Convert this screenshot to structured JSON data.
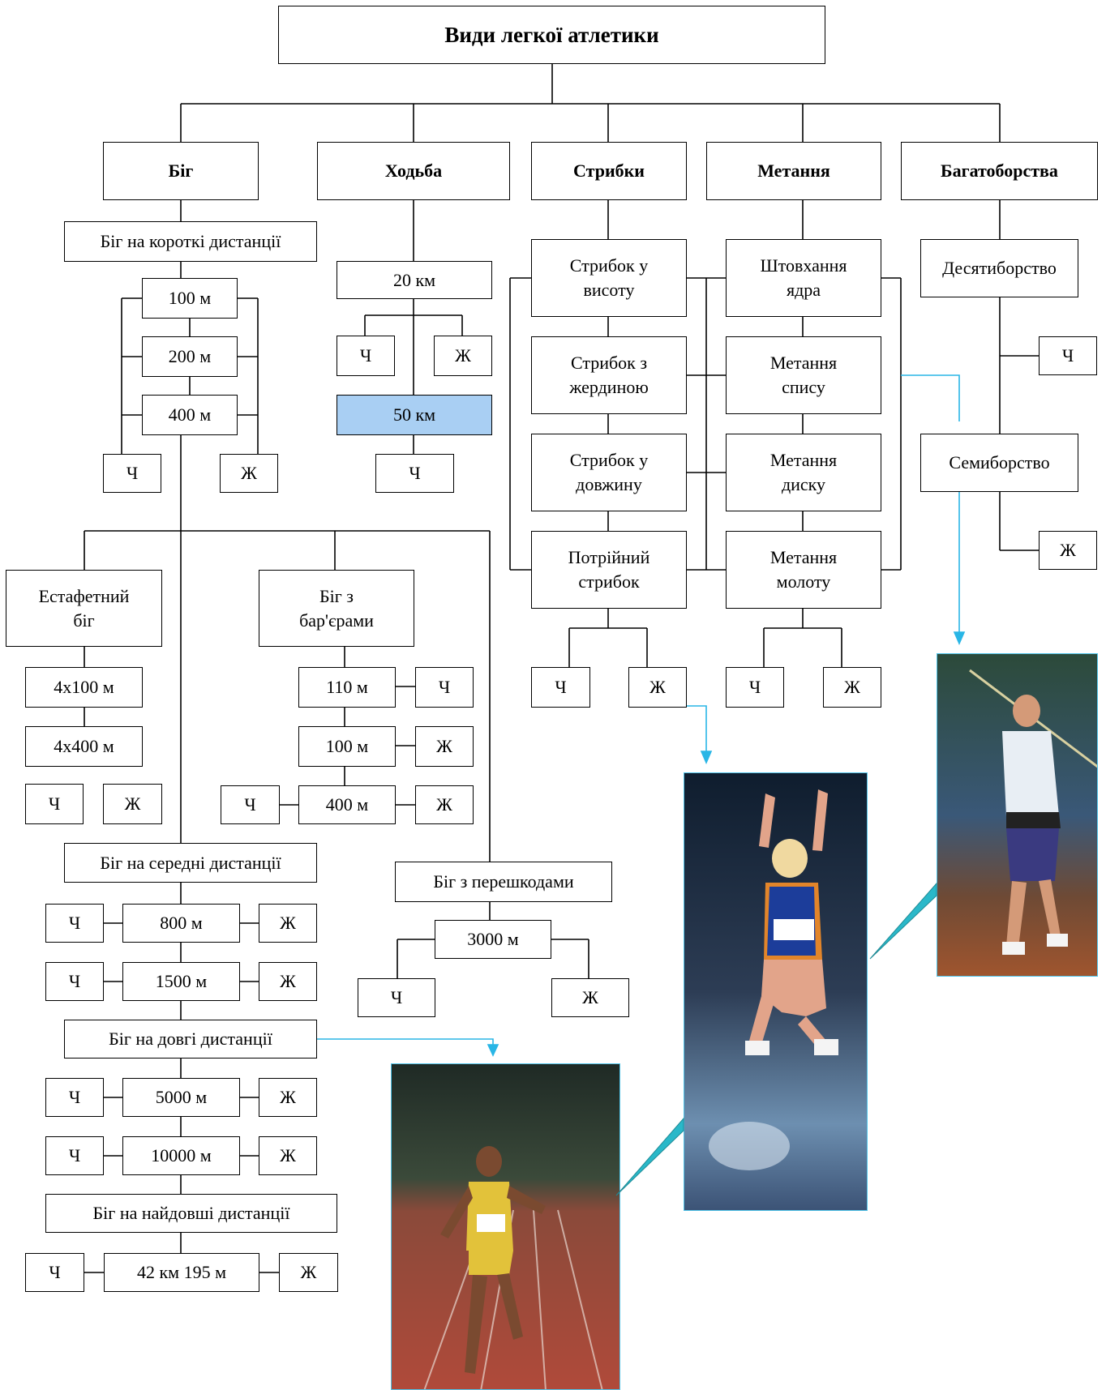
{
  "title": "Види легкої атлетики",
  "categories": {
    "run": "Біг",
    "walk": "Ходьба",
    "jumps": "Стрибки",
    "throws": "Метання",
    "multi": "Багатоборства"
  },
  "gender": {
    "men": "Ч",
    "women": "Ж"
  },
  "run": {
    "short": {
      "label": "Біг на короткі дистанції",
      "distances": [
        "100 м",
        "200 м",
        "400 м"
      ]
    },
    "relay": {
      "label": "Естафетний\nбіг",
      "distances": [
        "4х100 м",
        "4х400 м"
      ]
    },
    "hurdles": {
      "label": "Біг з\nбар'єрами",
      "distances": [
        "110 м",
        "100 м",
        "400 м"
      ]
    },
    "middle": {
      "label": "Біг на середні дистанції",
      "distances": [
        "800 м",
        "1500 м"
      ]
    },
    "steeple": {
      "label": "Біг з перешкодами",
      "distance": "3000 м"
    },
    "long": {
      "label": "Біг на довгі дистанції",
      "distances": [
        "5000 м",
        "10000 м"
      ]
    },
    "marathon": {
      "label": "Біг на найдовші дистанції",
      "distance": "42 км 195 м"
    }
  },
  "walk": {
    "distances": [
      "20 км",
      "50 км"
    ]
  },
  "jumps": [
    "Стрибок у\nвисоту",
    "Стрибок з\nжердиною",
    "Стрибок у\nдовжину",
    "Потрійний\nстрибок"
  ],
  "throws": [
    "Штовхання\nядра",
    "Метання\nспису",
    "Метання\nдиску",
    "Метання\nмолоту"
  ],
  "multi": {
    "men": "Десятиборство",
    "women": "Семиборство"
  },
  "colors": {
    "highlight": "#a9cff3",
    "arrow": "#29b6e6",
    "pointer": "#2ab8c9"
  }
}
